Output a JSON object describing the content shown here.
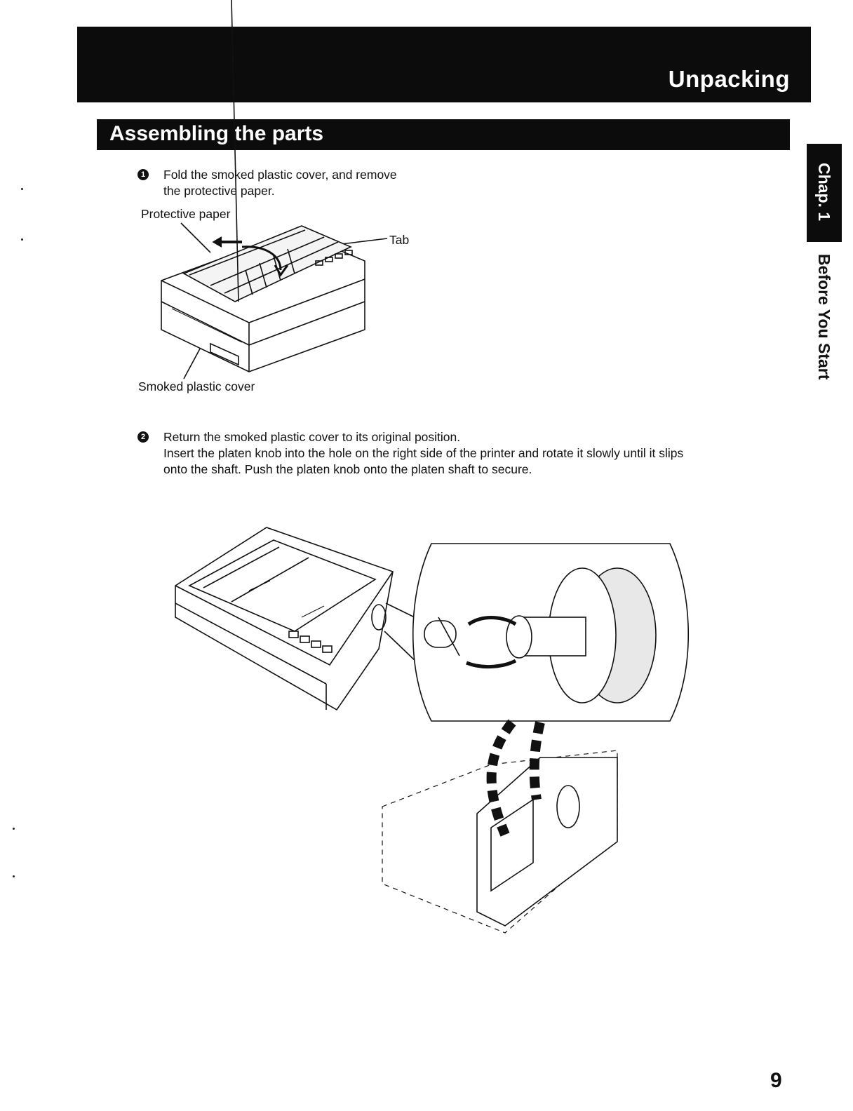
{
  "header": {
    "title": "Unpacking"
  },
  "section": {
    "title": "Assembling the parts"
  },
  "side_tab": {
    "chapter": "Chap. 1",
    "chapter_title": "Before You Start"
  },
  "steps": [
    {
      "number": "1",
      "line1": "Fold the smoked plastic cover, and remove",
      "line2": "the protective paper."
    },
    {
      "number": "2",
      "line1": "Return the smoked plastic cover to its original position.",
      "line2": "Insert the platen knob into the hole on the right side of the printer and rotate it slowly until it slips",
      "line3": "onto the shaft. Push the platen knob onto the platen shaft to secure."
    }
  ],
  "figure1": {
    "label_protective_paper": "Protective paper",
    "label_tab": "Tab",
    "label_smoked_cover": "Smoked plastic cover"
  },
  "page": {
    "number": "9"
  }
}
